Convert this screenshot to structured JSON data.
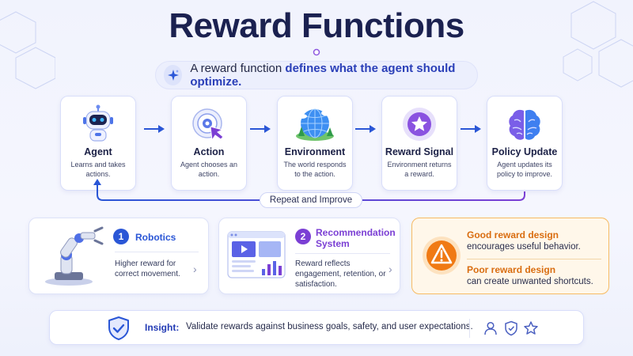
{
  "title": "Reward Functions",
  "subtitle": {
    "prefix": "A reward function ",
    "emphasis": "defines what the agent should optimize."
  },
  "steps": [
    {
      "title": "Agent",
      "desc": "Learns and takes actions.",
      "icon": "robot-icon"
    },
    {
      "title": "Action",
      "desc": "Agent chooses an action.",
      "icon": "target-cursor-icon"
    },
    {
      "title": "Environment",
      "desc": "The world responds to the action.",
      "icon": "globe-icon"
    },
    {
      "title": "Reward Signal",
      "desc": "Environment returns a reward.",
      "icon": "star-badge-icon"
    },
    {
      "title": "Policy Update",
      "desc": "Agent updates its policy to improve.",
      "icon": "brain-icon"
    }
  ],
  "loop_label": "Repeat and Improve",
  "examples": [
    {
      "number": "1",
      "title": "Robotics",
      "desc": "Higher reward for correct movement.",
      "icon": "robot-arm-icon",
      "accent": "#2a56d6"
    },
    {
      "number": "2",
      "title": "Recommendation System",
      "desc": "Reward reflects engagement, retention, or satisfaction.",
      "icon": "dashboard-icon",
      "accent": "#7b3fd4"
    }
  ],
  "warning": {
    "good_title": "Good reward design",
    "good_text": "encourages useful behavior.",
    "poor_title": "Poor reward design",
    "poor_text": "can create unwanted shortcuts.",
    "icon": "warning-icon",
    "accent": "#f07a14"
  },
  "insight": {
    "label": "Insight:",
    "text": "Validate rewards against business goals, safety, and user expectations.",
    "icons": [
      "user-icon",
      "shield-icon",
      "star-icon"
    ]
  },
  "colors": {
    "primary": "#2a56d6",
    "purple": "#7b3fd4",
    "warning": "#f07a14",
    "title": "#1b2150"
  }
}
